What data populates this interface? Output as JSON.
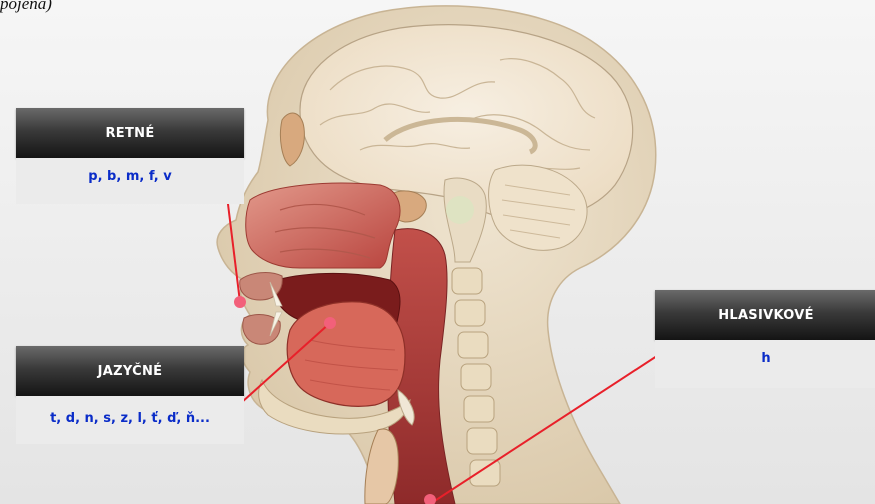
{
  "caption": {
    "text": "pojená)"
  },
  "labels": {
    "retne": {
      "title": "RETNÉ",
      "sounds": "p, b, m, f, v"
    },
    "jazycne": {
      "title": "JAZYČNÉ",
      "sounds": "t, d, n, s, z, l, ť, ď, ň..."
    },
    "hlasivkove": {
      "title": "HLASIVKOVÉ",
      "sounds": "h"
    }
  },
  "colors": {
    "pointer": "#e8202a",
    "pointer_dot": "#f2607a",
    "sound_text": "#0a2cc8",
    "skin": "#e5d6bd",
    "tissue": "#c9564e"
  }
}
